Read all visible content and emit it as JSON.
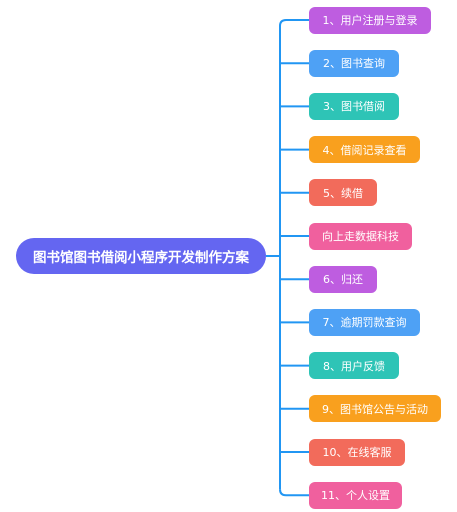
{
  "mindmap": {
    "root": {
      "label": "图书馆图书借阅小程序开发制作方案",
      "color": "#6466f1"
    },
    "connector_color": "#2196f3",
    "branches": [
      {
        "label": "1、用户注册与登录",
        "color": "#be5de0"
      },
      {
        "label": "2、图书查询",
        "color": "#4ea1f5"
      },
      {
        "label": "3、图书借阅",
        "color": "#2ec4b6"
      },
      {
        "label": "4、借阅记录查看",
        "color": "#f9a01e"
      },
      {
        "label": "5、续借",
        "color": "#f26b5b"
      },
      {
        "label": "向上走数据科技",
        "color": "#f0609e"
      },
      {
        "label": "6、归还",
        "color": "#be5de0"
      },
      {
        "label": "7、逾期罚款查询",
        "color": "#4ea1f5"
      },
      {
        "label": "8、用户反馈",
        "color": "#2ec4b6"
      },
      {
        "label": "9、图书馆公告与活动",
        "color": "#f9a01e"
      },
      {
        "label": "10、在线客服",
        "color": "#f26b5b"
      },
      {
        "label": "11、个人设置",
        "color": "#f0609e"
      }
    ]
  }
}
